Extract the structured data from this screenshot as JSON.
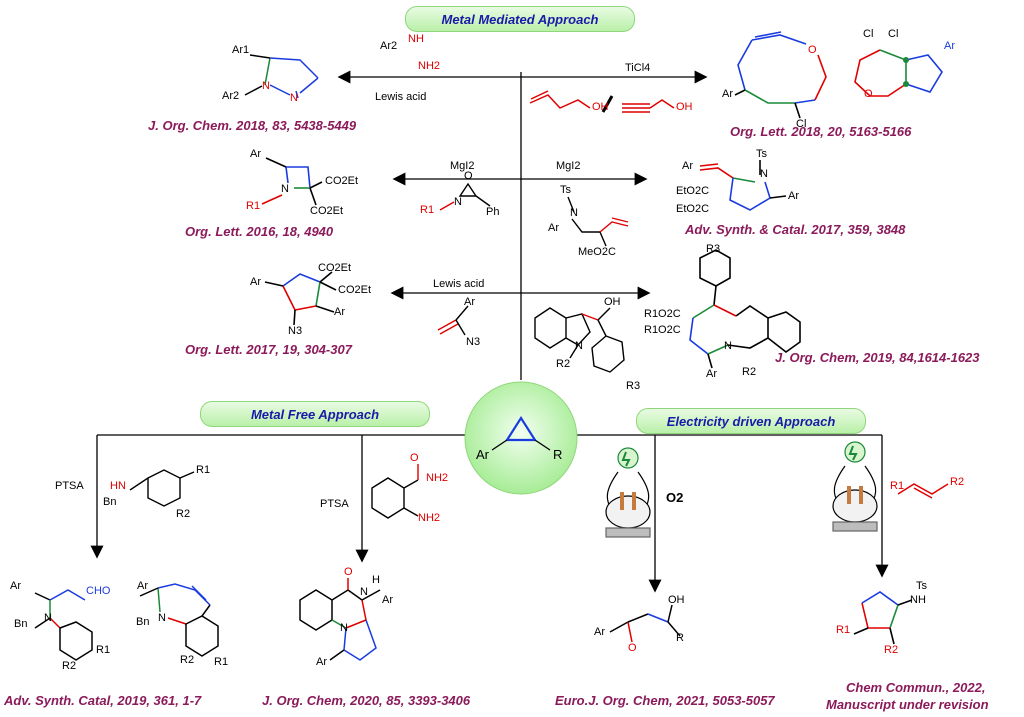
{
  "sections": {
    "metal_mediated": "Metal Mediated Approach",
    "metal_free": "Metal Free Approach",
    "electricity": "Electricity driven Approach"
  },
  "center": {
    "ar": "Ar",
    "r": "R"
  },
  "reagents": {
    "lewis_acid_1": "Lewis acid",
    "ticl4": "TiCl4",
    "mgi2_left": "MgI2",
    "mgi2_right": "MgI2",
    "lewis_acid_2": "Lewis acid",
    "ptsa_1": "PTSA",
    "ptsa_2": "PTSA",
    "o2": "O2"
  },
  "references": {
    "r1": "J. Org. Chem. 2018, 83, 5438-5449",
    "r2": "Org. Lett. 2018, 20, 5163-5166",
    "r3": "Org. Lett. 2016, 18, 4940",
    "r4": "Adv. Synth. & Catal. 2017, 359, 3848",
    "r5": "Org. Lett. 2017, 19, 304-307",
    "r6": "J. Org. Chem, 2019, 84,1614-1623",
    "r7": "Adv. Synth. Catal, 2019, 361, 1-7",
    "r8": "J. Org. Chem, 2020, 85, 3393-3406",
    "r9": "Euro.J. Org. Chem, 2021, 5053-5057",
    "r10": "Chem Commun., 2022,",
    "r11": "Manuscript under revision"
  },
  "atoms": {
    "ar": "Ar",
    "ar1": "Ar1",
    "ar2": "Ar2",
    "n": "N",
    "nh": "NH",
    "nh2": "NH2",
    "o": "O",
    "oh": "OH",
    "cl": "Cl",
    "ts": "Ts",
    "co2et": "CO2Et",
    "eto2c": "EtO2C",
    "meo2c": "MeO2C",
    "r1": "R1",
    "r2": "R2",
    "r3": "R3",
    "r1o2c": "R1O2C",
    "n3": "N3",
    "bn": "Bn",
    "cho": "CHO",
    "ph": "Ph",
    "h": "H",
    "hn": "HN",
    "r": "R"
  }
}
